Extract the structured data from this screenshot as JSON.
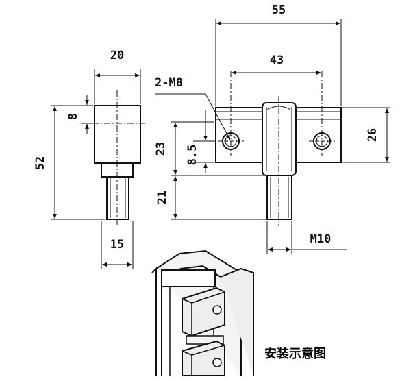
{
  "drawing": {
    "side_view": {
      "width_label": "20",
      "height_label": "52",
      "offset_label": "8",
      "stud_label": "15"
    },
    "front_view": {
      "overall_width_label": "55",
      "hole_spacing_label": "43",
      "hole_callout": "2-M8",
      "body_height_label": "26",
      "block_height_label": "23",
      "hole_offset_label": "8.5",
      "stud_length_label": "21",
      "thread_label": "M10"
    },
    "install_view": {
      "caption": "安装示意图"
    }
  },
  "colors": {
    "line": "#111111",
    "background": "#ffffff",
    "part_fill": "#eeeeee"
  }
}
